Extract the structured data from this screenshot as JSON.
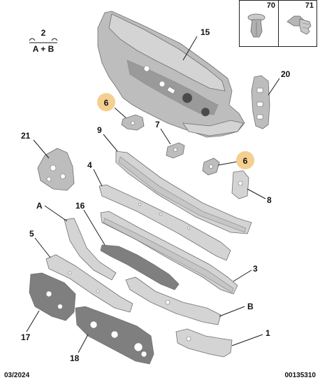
{
  "header": {
    "legend_top": "2",
    "legend_bottom": "A + B"
  },
  "insets": [
    {
      "number": "70",
      "icon": "push-clip-icon"
    },
    {
      "number": "71",
      "icon": "fir-tree-clip-icon"
    }
  ],
  "callouts": {
    "c15": "15",
    "c20": "20",
    "c6a": "6",
    "c6b": "6",
    "c7": "7",
    "c9": "9",
    "c21": "21",
    "c4": "4",
    "c8": "8",
    "cA": "A",
    "c16": "16",
    "c5": "5",
    "c3": "3",
    "cB": "B",
    "c17": "17",
    "c1": "1",
    "c18": "18"
  },
  "highlight_color": "#f5cf8f",
  "footer": {
    "date": "03/2024",
    "code": "00135310"
  }
}
